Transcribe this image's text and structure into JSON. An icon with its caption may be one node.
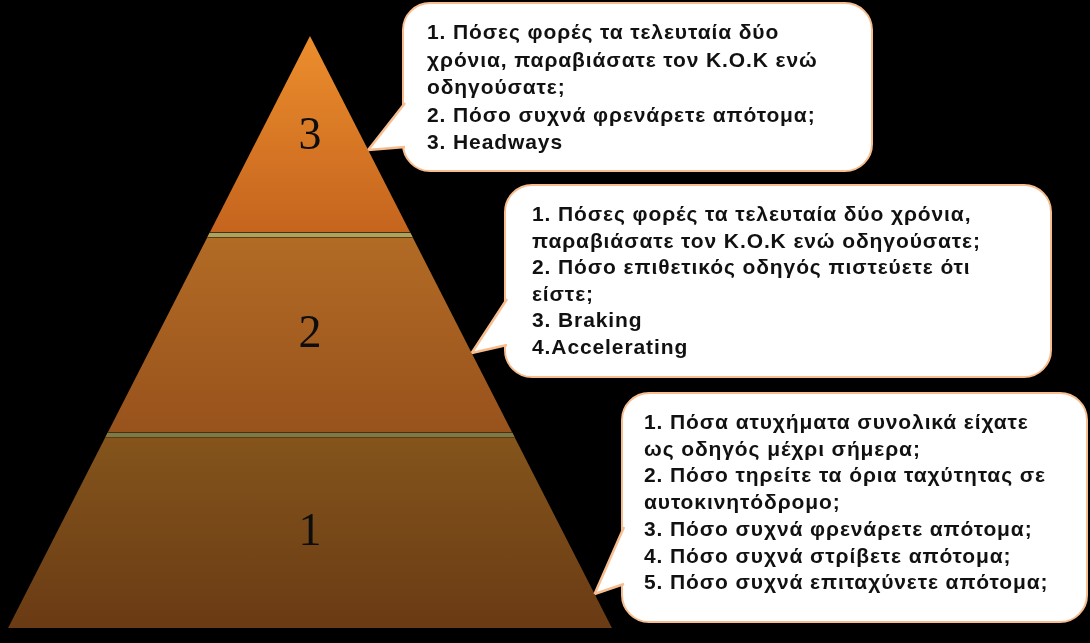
{
  "diagram": {
    "nodes": [
      {
        "text": [
          "3"
        ]
      },
      {
        "text": [
          "2"
        ]
      },
      {
        "text": [
          "1"
        ]
      },
      {
        "text": [
          "1. Πόσες φορές τα τελευταία δύο χρόνια, παραβιάσατε τον Κ.Ο.Κ ενώ οδηγούσατε;",
          "2. Πόσο συχνά φρενάρετε απότομα;",
          "3. Headways"
        ]
      },
      {
        "text": [
          "1. Πόσες φορές τα τελευταία δύο χρόνια, παραβιάσατε τον Κ.Ο.Κ ενώ οδηγούσατε;",
          "2. Πόσο επιθετικός οδηγός πιστεύετε ότι είστε;",
          "3. Braking",
          "4.Accelerating"
        ]
      },
      {
        "text": [
          "1. Πόσα ατυχήματα συνολικά είχατε ως οδηγός μέχρι σήμερα;",
          "2. Πόσο τηρείτε τα όρια ταχύτητας σε αυτοκινητόδρομο;",
          "3. Πόσο συχνά φρενάρετε απότομα;",
          "4. Πόσο συχνά στρίβετε απότομα;",
          "5. Πόσο συχνά επιταχύνετε απότομα;"
        ]
      }
    ],
    "edges": [
      {
        "from": 3,
        "to": 0,
        "arrow": "to"
      },
      {
        "from": 4,
        "to": 1,
        "arrow": "to"
      },
      {
        "from": 5,
        "to": 2,
        "arrow": "to"
      }
    ]
  }
}
